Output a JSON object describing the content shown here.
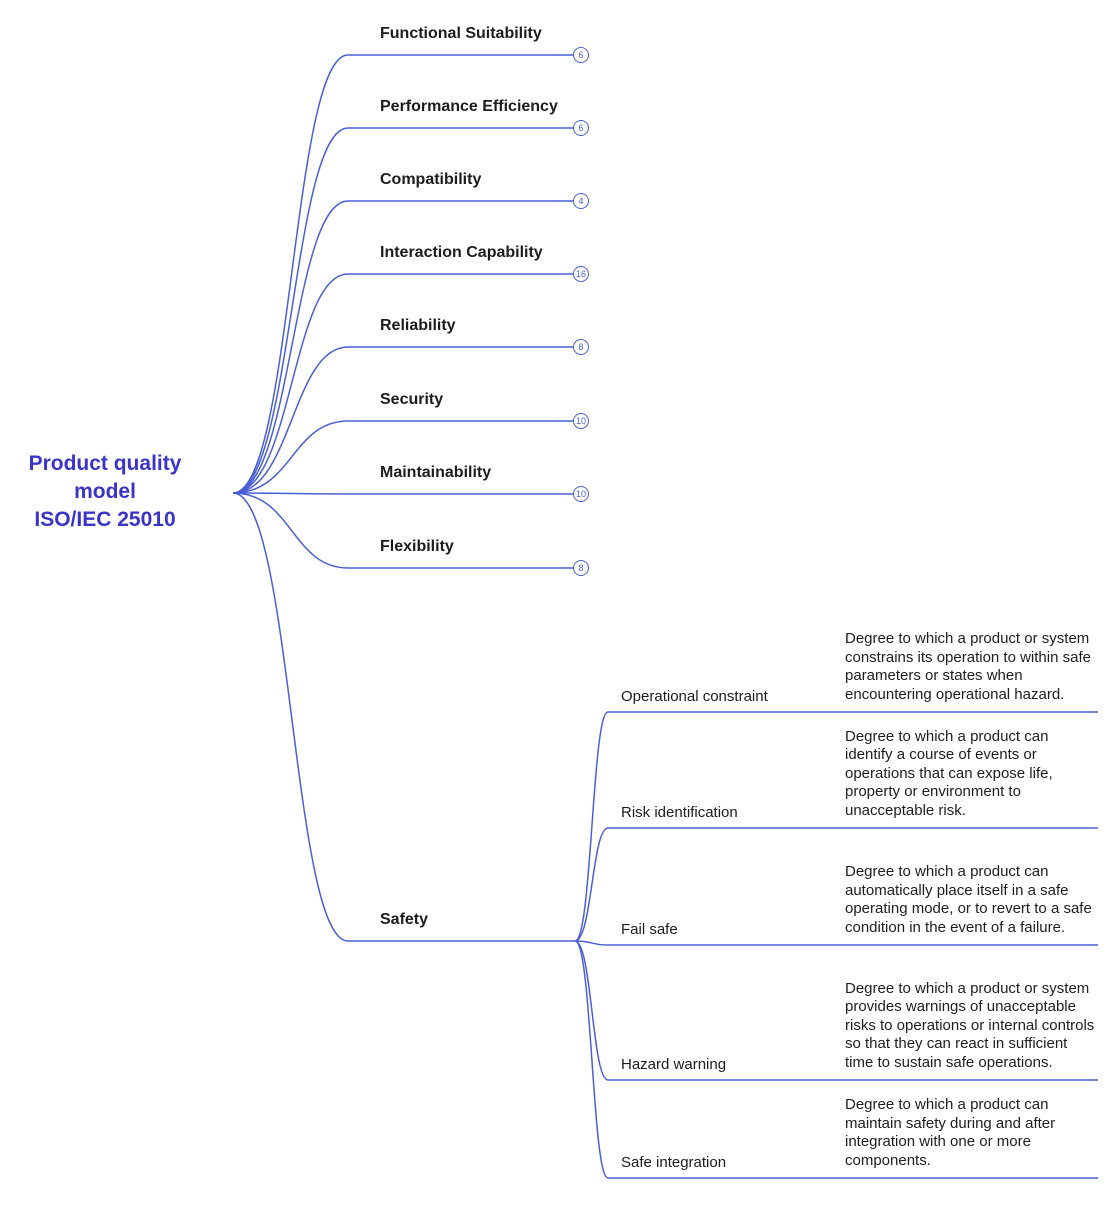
{
  "root": {
    "lines": [
      "Product quality",
      "model",
      "ISO/IEC 25010"
    ]
  },
  "branches": [
    {
      "label": "Functional Suitability",
      "count": "6"
    },
    {
      "label": "Performance Efficiency",
      "count": "6"
    },
    {
      "label": "Compatibility",
      "count": "4"
    },
    {
      "label": "Interaction Capability",
      "count": "16"
    },
    {
      "label": "Reliability",
      "count": "8"
    },
    {
      "label": "Security",
      "count": "10"
    },
    {
      "label": "Maintainability",
      "count": "10"
    },
    {
      "label": "Flexibility",
      "count": "8"
    }
  ],
  "safety": {
    "label": "Safety",
    "children": [
      {
        "label": "Operational constraint",
        "description": "Degree to which a product or system constrains its operation to within safe parameters or states when encountering operational hazard."
      },
      {
        "label": "Risk identification",
        "description": "Degree to which a product can identify a course of events or operations that can expose life, property or environment to unacceptable risk."
      },
      {
        "label": "Fail safe",
        "description": "Degree to which a product can automatically place itself in a safe operating mode, or to revert to a safe condition in the event of a failure."
      },
      {
        "label": "Hazard warning",
        "description": "Degree to which a product or system provides warnings of unacceptable risks to operations or internal controls so that they can react in sufficient time to sustain safe operations."
      },
      {
        "label": "Safe integration",
        "description": "Degree to which a product can maintain safety during and after integration with one or more components."
      }
    ]
  },
  "colors": {
    "line": "#4a5fd4",
    "root_text": "#3b34c8",
    "label_text": "#1c1c1c"
  }
}
